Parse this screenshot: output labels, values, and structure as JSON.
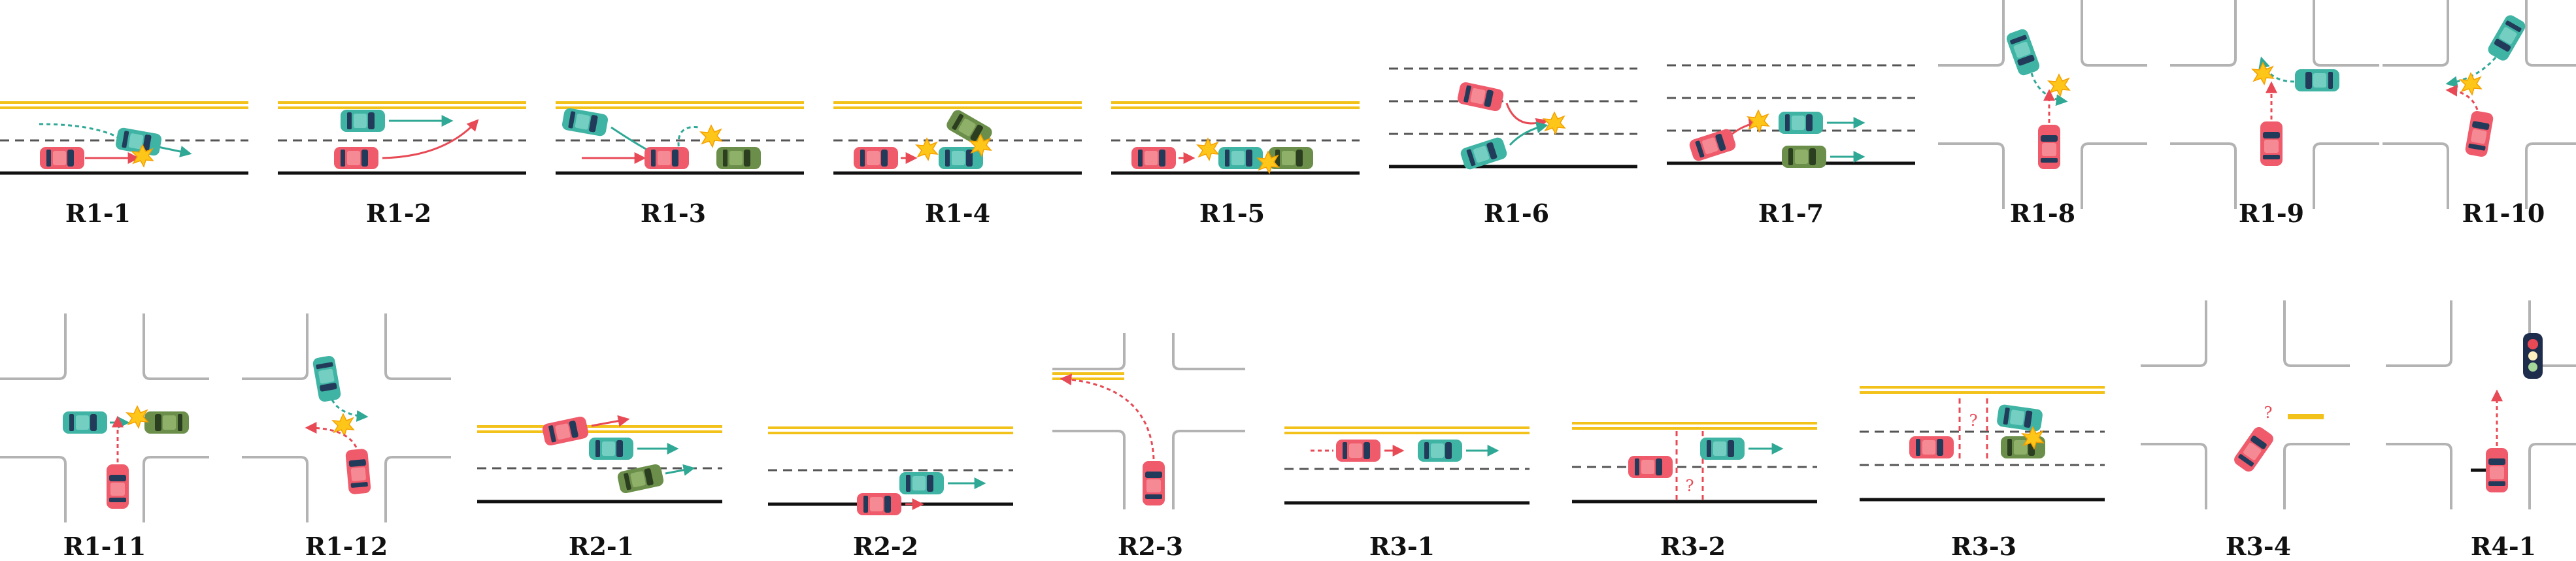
{
  "scenarios": [
    {
      "label": "R1-1"
    },
    {
      "label": "R1-2"
    },
    {
      "label": "R1-3"
    },
    {
      "label": "R1-4"
    },
    {
      "label": "R1-5"
    },
    {
      "label": "R1-6"
    },
    {
      "label": "R1-7"
    },
    {
      "label": "R1-8"
    },
    {
      "label": "R1-9"
    },
    {
      "label": "R1-10"
    },
    {
      "label": "R1-11"
    },
    {
      "label": "R1-12"
    },
    {
      "label": "R2-1"
    },
    {
      "label": "R2-2"
    },
    {
      "label": "R2-3"
    },
    {
      "label": "R3-1"
    },
    {
      "label": "R3-2"
    },
    {
      "label": "R3-3"
    },
    {
      "label": "R3-4"
    },
    {
      "label": "R4-1"
    }
  ],
  "unknown_marker": "?",
  "colors": {
    "ego_car": "#ef5b6b",
    "other_car": "#3fb4a4",
    "parked_car": "#6b8f4a",
    "collision": "#ffc61a",
    "center_line": "#f3c21a",
    "lane_dash": "#555555",
    "road_edge": "#111111",
    "curb": "#b3b3b3",
    "ego_path": "#e84a55",
    "other_path": "#2fa896"
  }
}
